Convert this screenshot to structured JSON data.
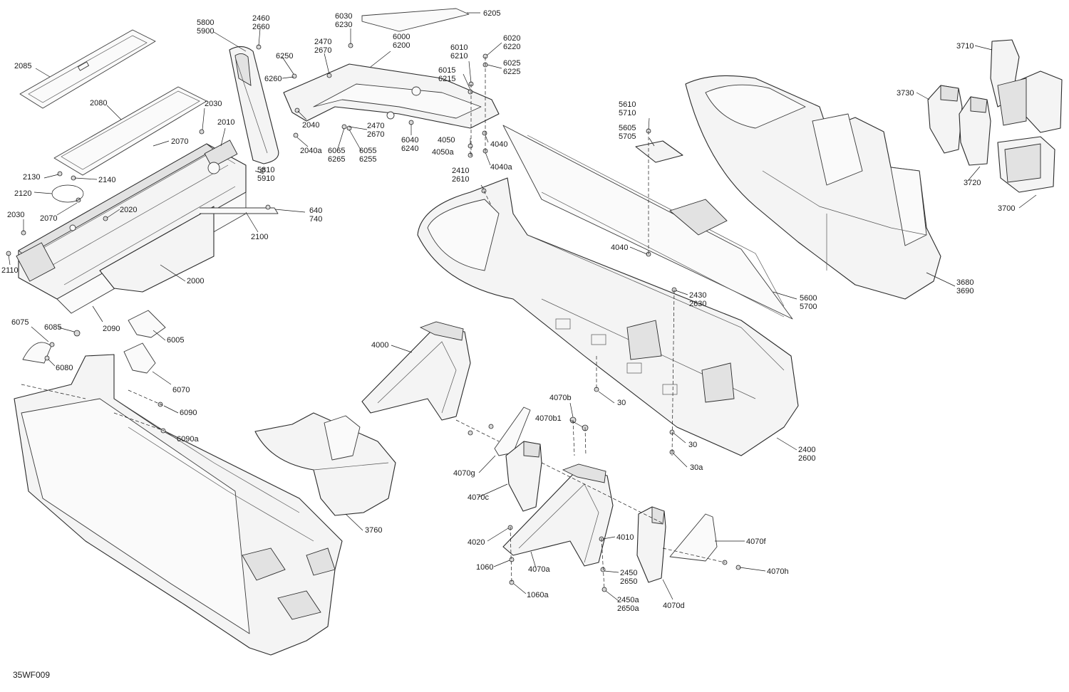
{
  "diagram": {
    "code": "35WF009",
    "callouts": [
      {
        "id": "c2085",
        "lines": [
          "2085"
        ]
      },
      {
        "id": "c2080",
        "lines": [
          "2080"
        ]
      },
      {
        "id": "c5800",
        "lines": [
          "5800",
          "5900"
        ]
      },
      {
        "id": "c2460",
        "lines": [
          "2460",
          "2660"
        ]
      },
      {
        "id": "c6030",
        "lines": [
          "6030",
          "6230"
        ]
      },
      {
        "id": "c6205",
        "lines": [
          "6205"
        ]
      },
      {
        "id": "c2470a",
        "lines": [
          "2470",
          "2670"
        ]
      },
      {
        "id": "c6000",
        "lines": [
          "6000",
          "6200"
        ]
      },
      {
        "id": "c6010",
        "lines": [
          "6010",
          "6210"
        ]
      },
      {
        "id": "c6020",
        "lines": [
          "6020",
          "6220"
        ]
      },
      {
        "id": "c6025",
        "lines": [
          "6025",
          "6225"
        ]
      },
      {
        "id": "c6250",
        "lines": [
          "6250"
        ]
      },
      {
        "id": "c6260",
        "lines": [
          "6260"
        ]
      },
      {
        "id": "c6015",
        "lines": [
          "6015",
          "6215"
        ]
      },
      {
        "id": "c2030a",
        "lines": [
          "2030"
        ]
      },
      {
        "id": "c2010",
        "lines": [
          "2010"
        ]
      },
      {
        "id": "c2070a",
        "lines": [
          "2070"
        ]
      },
      {
        "id": "c2040",
        "lines": [
          "2040"
        ]
      },
      {
        "id": "c2470b",
        "lines": [
          "2470",
          "2670"
        ]
      },
      {
        "id": "c6040",
        "lines": [
          "6040",
          "6240"
        ]
      },
      {
        "id": "c4050",
        "lines": [
          "4050"
        ]
      },
      {
        "id": "c4040a",
        "lines": [
          "4040"
        ]
      },
      {
        "id": "c2040a",
        "lines": [
          "2040a"
        ]
      },
      {
        "id": "c6065",
        "lines": [
          "6065",
          "6265"
        ]
      },
      {
        "id": "c6055",
        "lines": [
          "6055",
          "6255"
        ]
      },
      {
        "id": "c4050a",
        "lines": [
          "4050a"
        ]
      },
      {
        "id": "c4040aa",
        "lines": [
          "4040a"
        ]
      },
      {
        "id": "c5610",
        "lines": [
          "5610",
          "5710"
        ]
      },
      {
        "id": "c5605",
        "lines": [
          "5605",
          "5705"
        ]
      },
      {
        "id": "c3710",
        "lines": [
          "3710"
        ]
      },
      {
        "id": "c3730",
        "lines": [
          "3730"
        ]
      },
      {
        "id": "c2130",
        "lines": [
          "2130"
        ]
      },
      {
        "id": "c2140",
        "lines": [
          "2140"
        ]
      },
      {
        "id": "c5810",
        "lines": [
          "5810",
          "5910"
        ]
      },
      {
        "id": "c2410",
        "lines": [
          "2410",
          "2610"
        ]
      },
      {
        "id": "c2120",
        "lines": [
          "2120"
        ]
      },
      {
        "id": "c2070b",
        "lines": [
          "2070"
        ]
      },
      {
        "id": "c2020",
        "lines": [
          "2020"
        ]
      },
      {
        "id": "c640",
        "lines": [
          "640",
          "740"
        ]
      },
      {
        "id": "c3720",
        "lines": [
          "3720"
        ]
      },
      {
        "id": "c2030b",
        "lines": [
          "2030"
        ]
      },
      {
        "id": "c2100",
        "lines": [
          "2100"
        ]
      },
      {
        "id": "c3700",
        "lines": [
          "3700"
        ]
      },
      {
        "id": "c4040b",
        "lines": [
          "4040"
        ]
      },
      {
        "id": "c2110",
        "lines": [
          "2110"
        ]
      },
      {
        "id": "c2000",
        "lines": [
          "2000"
        ]
      },
      {
        "id": "c3680",
        "lines": [
          "3680",
          "3690"
        ]
      },
      {
        "id": "c2430",
        "lines": [
          "2430",
          "2630"
        ]
      },
      {
        "id": "c5600",
        "lines": [
          "5600",
          "5700"
        ]
      },
      {
        "id": "c6075",
        "lines": [
          "6075"
        ]
      },
      {
        "id": "c6085",
        "lines": [
          "6085"
        ]
      },
      {
        "id": "c2090",
        "lines": [
          "2090"
        ]
      },
      {
        "id": "c6005",
        "lines": [
          "6005"
        ]
      },
      {
        "id": "c4000",
        "lines": [
          "4000"
        ]
      },
      {
        "id": "c6080",
        "lines": [
          "6080"
        ]
      },
      {
        "id": "c6070",
        "lines": [
          "6070"
        ]
      },
      {
        "id": "c4070b",
        "lines": [
          "4070b"
        ]
      },
      {
        "id": "c30a",
        "lines": [
          "30"
        ]
      },
      {
        "id": "c6090",
        "lines": [
          "6090"
        ]
      },
      {
        "id": "c4070b1",
        "lines": [
          "4070b1"
        ]
      },
      {
        "id": "c6090a",
        "lines": [
          "6090a"
        ]
      },
      {
        "id": "c30b",
        "lines": [
          "30"
        ]
      },
      {
        "id": "c2400",
        "lines": [
          "2400",
          "2600"
        ]
      },
      {
        "id": "c30aa",
        "lines": [
          "30a"
        ]
      },
      {
        "id": "c4070g",
        "lines": [
          "4070g"
        ]
      },
      {
        "id": "c4070c",
        "lines": [
          "4070c"
        ]
      },
      {
        "id": "c3760",
        "lines": [
          "3760"
        ]
      },
      {
        "id": "c4010",
        "lines": [
          "4010"
        ]
      },
      {
        "id": "c4020",
        "lines": [
          "4020"
        ]
      },
      {
        "id": "c4070f",
        "lines": [
          "4070f"
        ]
      },
      {
        "id": "c1060",
        "lines": [
          "1060"
        ]
      },
      {
        "id": "c4070a",
        "lines": [
          "4070a"
        ]
      },
      {
        "id": "c2450",
        "lines": [
          "2450",
          "2650"
        ]
      },
      {
        "id": "c4070h",
        "lines": [
          "4070h"
        ]
      },
      {
        "id": "c1060a",
        "lines": [
          "1060a"
        ]
      },
      {
        "id": "c2450a",
        "lines": [
          "2450a",
          "2650a"
        ]
      },
      {
        "id": "c4070d",
        "lines": [
          "4070d"
        ]
      }
    ]
  }
}
